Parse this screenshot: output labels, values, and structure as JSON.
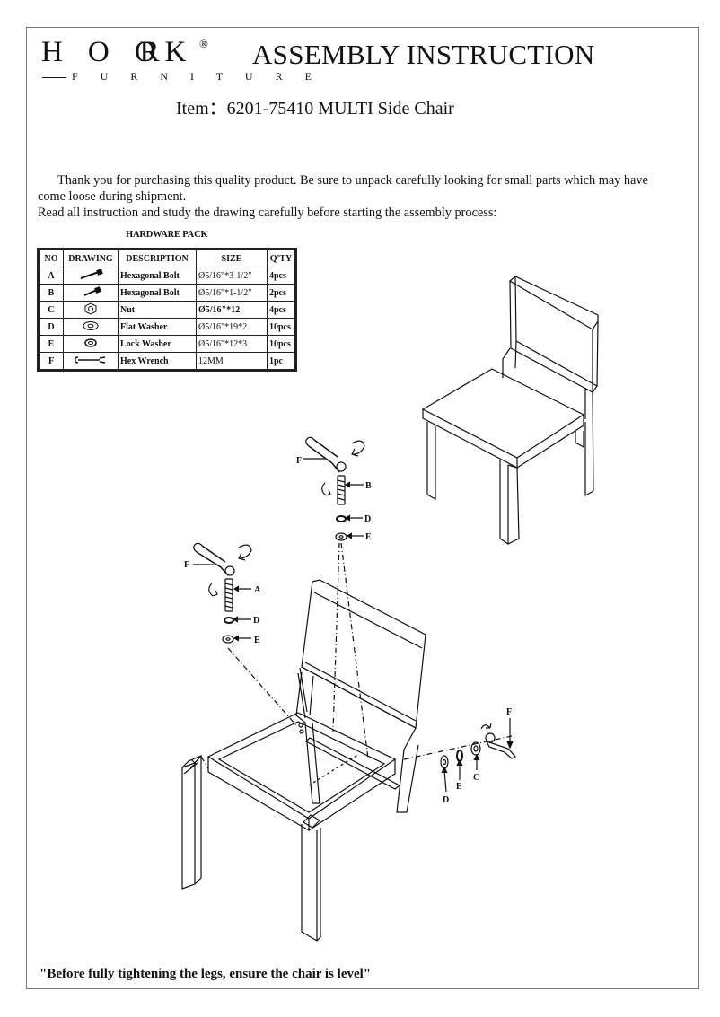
{
  "logo": {
    "letters": [
      "H",
      "O",
      "O",
      "R",
      "K"
    ],
    "registered": "®",
    "subtitle": "F U R N I T U R E"
  },
  "title": "ASSEMBLY INSTRUCTION",
  "item_line": "Item：6201-75410 MULTI  Side Chair",
  "intro": {
    "line1": "Thank you for purchasing this quality product. Be sure to unpack carefully looking for small parts which may have",
    "line2": "come loose during shipment.",
    "line3": "Read all instruction and study the drawing carefully before starting the assembly process:"
  },
  "hardware": {
    "title": "HARDWARE PACK",
    "headers": [
      "NO",
      "DRAWING",
      "DESCRIPTION",
      "SIZE",
      "Q'TY"
    ],
    "rows": [
      {
        "no": "A",
        "icon": "hexagonal-bolt-long-icon",
        "description": "Hexagonal Bolt",
        "size": "Ø5/16\"*3-1/2\"",
        "qty": "4pcs"
      },
      {
        "no": "B",
        "icon": "hexagonal-bolt-short-icon",
        "description": "Hexagonal Bolt",
        "size": "Ø5/16\"*1-1/2\"",
        "qty": "2pcs"
      },
      {
        "no": "C",
        "icon": "nut-icon",
        "description": "Nut",
        "size": "Ø5/16\"*12",
        "qty": "4pcs"
      },
      {
        "no": "D",
        "icon": "flat-washer-icon",
        "description": "Flat Washer",
        "size": "Ø5/16\"*19*2",
        "qty": "10pcs"
      },
      {
        "no": "E",
        "icon": "lock-washer-icon",
        "description": "Lock Washer",
        "size": "Ø5/16\"*12*3",
        "qty": "10pcs"
      },
      {
        "no": "F",
        "icon": "hex-wrench-icon",
        "description": "Hex Wrench",
        "size": "12MM",
        "qty": "1pc"
      }
    ]
  },
  "diagram_labels": {
    "top_wrench": "F",
    "top_bolt": "B",
    "top_washer_1": "D",
    "top_washer_2": "E",
    "left_wrench": "F",
    "left_bolt": "A",
    "left_washer_1": "D",
    "left_washer_2": "E",
    "right_washer_d": "D",
    "right_washer_e": "E",
    "right_nut": "C",
    "right_wrench": "F"
  },
  "footer": "\"Before fully tightening the legs, ensure the chair is level\""
}
